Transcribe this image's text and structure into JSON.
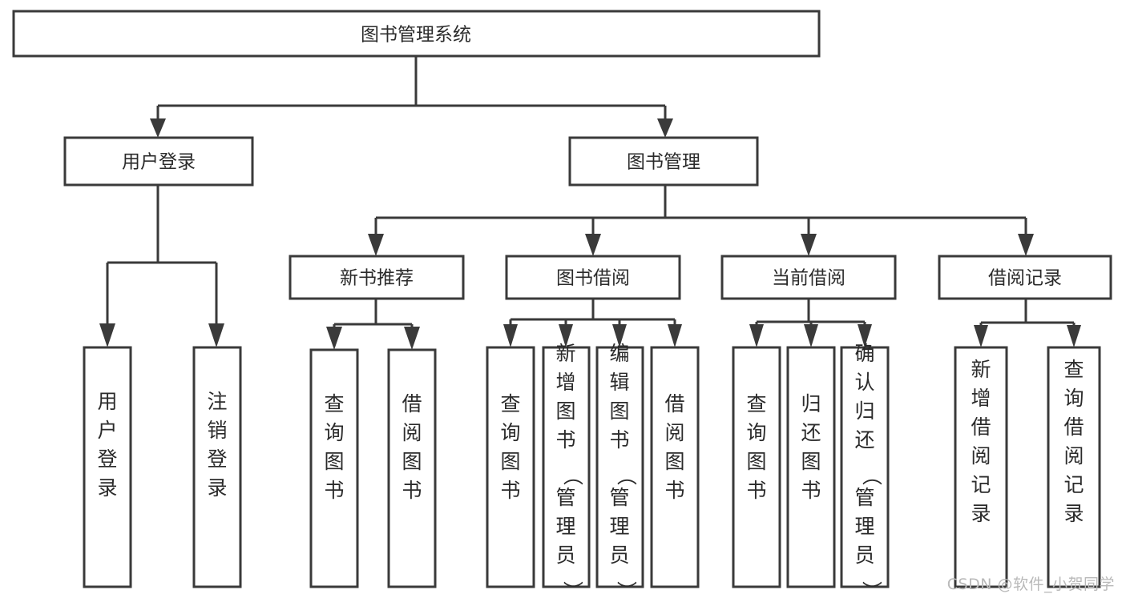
{
  "diagram": {
    "type": "tree",
    "title": "图书管理系统",
    "orientation": "top-down",
    "watermark": "CSDN @软件_小贺同学",
    "colors": {
      "stroke": "#3a3a3a",
      "box_fill": "#ffffff",
      "text": "#2b2b2b",
      "background": "#ffffff",
      "watermark": "#b9b9b9"
    },
    "root": {
      "label": "图书管理系统"
    },
    "level2": [
      {
        "label": "用户登录"
      },
      {
        "label": "图书管理"
      }
    ],
    "level3": [
      {
        "label": "新书推荐"
      },
      {
        "label": "图书借阅"
      },
      {
        "label": "当前借阅"
      },
      {
        "label": "借阅记录"
      }
    ],
    "leaves": {
      "user_login": [
        {
          "label": "用户登录"
        },
        {
          "label": "注销登录"
        }
      ],
      "new_book_recommend": [
        {
          "label": "查询图书"
        },
        {
          "label": "借阅图书"
        }
      ],
      "book_borrow": [
        {
          "label": "查询图书"
        },
        {
          "label": "新增图书（管理员）"
        },
        {
          "label": "编辑图书（管理员）"
        },
        {
          "label": "借阅图书"
        }
      ],
      "current_borrow": [
        {
          "label": "查询图书"
        },
        {
          "label": "归还图书"
        },
        {
          "label": "确认归还（管理员）"
        }
      ],
      "borrow_record": [
        {
          "label": "新增借阅记录"
        },
        {
          "label": "查询借阅记录"
        }
      ]
    }
  }
}
